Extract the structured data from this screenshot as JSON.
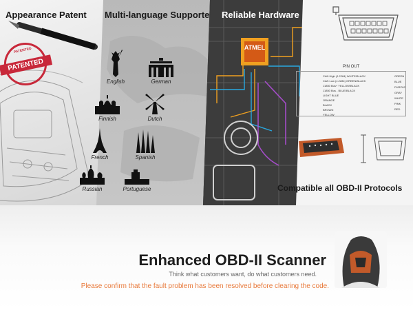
{
  "sections": {
    "patent": {
      "title": "Appearance Patent",
      "stamp": "PATENTED",
      "stamp_ring": "PATENTED"
    },
    "languages": {
      "title": "Multi-language Supported",
      "items": [
        {
          "label": "English",
          "icon": "statue-of-liberty-icon"
        },
        {
          "label": "German",
          "icon": "brandenburg-gate-icon"
        },
        {
          "label": "Finnish",
          "icon": "helsinki-cathedral-icon"
        },
        {
          "label": "Dutch",
          "icon": "windmill-icon"
        },
        {
          "label": "French",
          "icon": "eiffel-tower-icon"
        },
        {
          "label": "Spanish",
          "icon": "sagrada-familia-icon"
        },
        {
          "label": "Russian",
          "icon": "saint-basils-cathedral-icon"
        },
        {
          "label": "Portuguese",
          "icon": "belem-tower-icon"
        }
      ]
    },
    "hardware": {
      "title": "Reliable Hardware",
      "chip_label": "ATMEL"
    },
    "protocols": {
      "pinout_title": "PIN OUT",
      "pins_left": [
        "CAN High (J-2284) WHITE/BLACK",
        "CAN Low (J-2284) GREEN/BLACK",
        "J1850 Bus+ YELLOW/BLACK",
        "J1850 Bus - BLUE/BLACK",
        "LIGHT BLUE",
        "ORANGE",
        "BLACK",
        "BROWN",
        "YELLOW"
      ],
      "pins_right": [
        "GREEN",
        "BLUE",
        "PURPLE",
        "GRAY",
        "WHITE",
        "PINK",
        "RED"
      ],
      "caption": "Compatible all OBD-II Protocols"
    }
  },
  "product": {
    "title": "Enhanced OBD-II Scanner",
    "tagline": "Think what customers want, do what customers need.",
    "notice": "Please confirm that the fault problem has been resolved before clearing the code."
  },
  "colors": {
    "accent_orange": "#e8793a",
    "stamp_red": "#c8283a",
    "dark_text": "#1e1e1e"
  }
}
